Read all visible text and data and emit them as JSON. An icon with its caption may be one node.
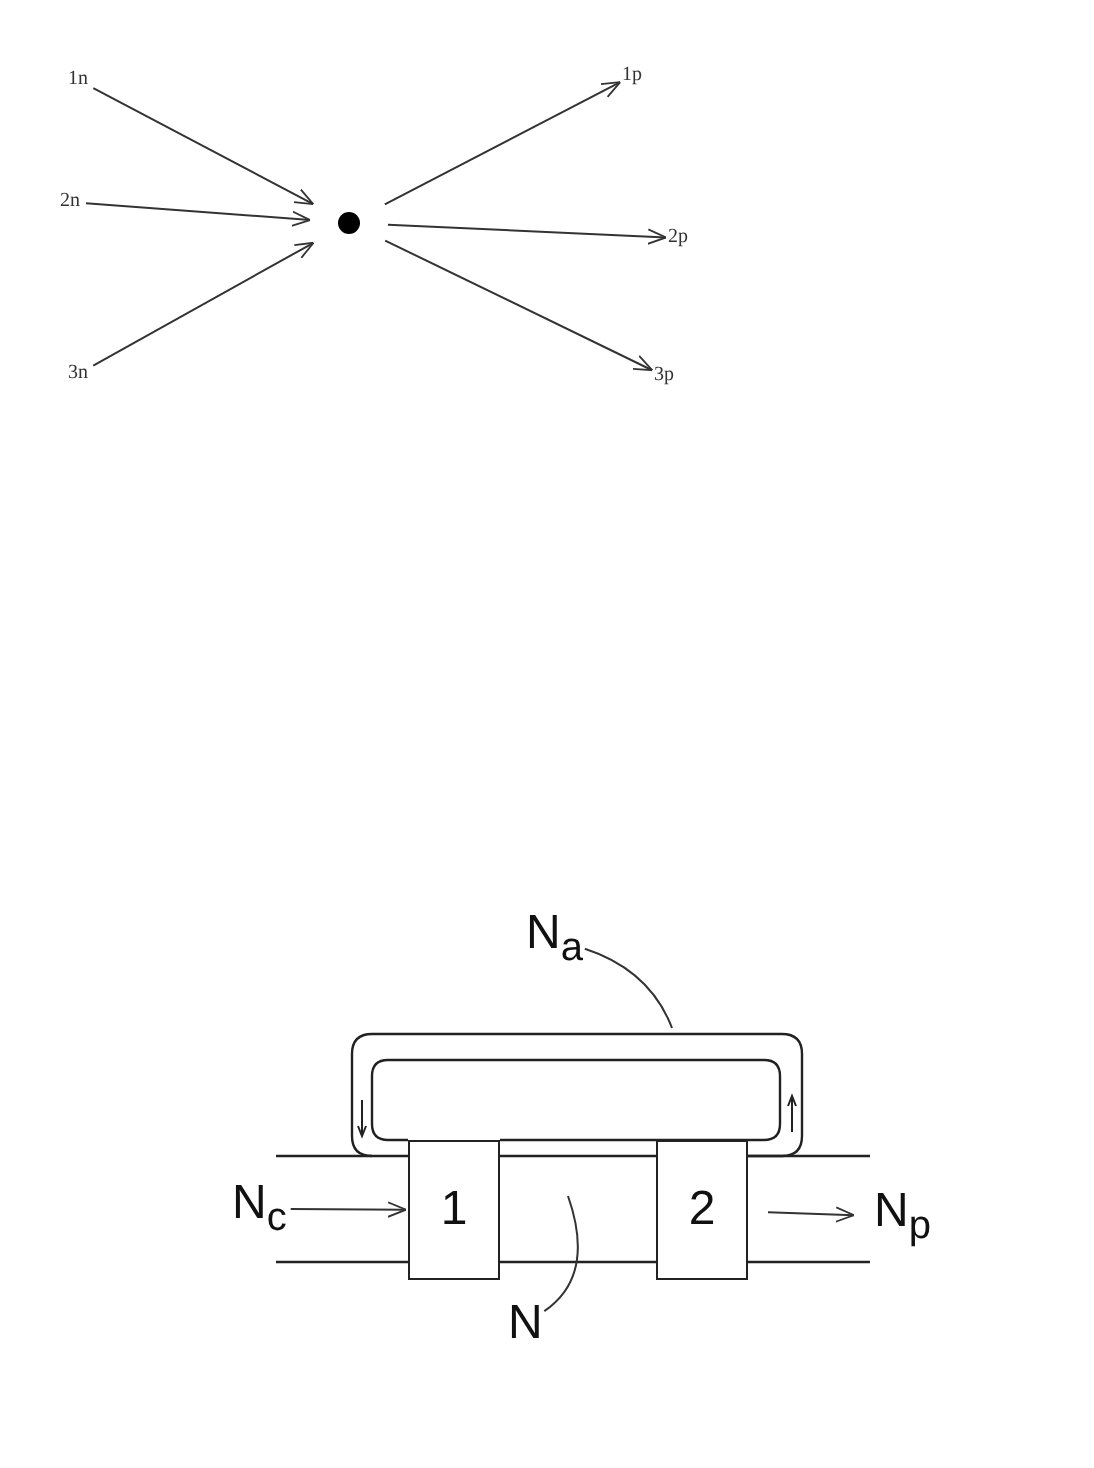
{
  "diagram": {
    "nodes": [
      {
        "text": [
          "1n"
        ]
      },
      {
        "text": [
          "2n"
        ]
      },
      {
        "text": [
          "3n"
        ]
      },
      {
        "text": [],
        "shape": "circle"
      },
      {
        "text": [
          "1p"
        ]
      },
      {
        "text": [
          "2p"
        ]
      },
      {
        "text": [
          "3p"
        ]
      },
      {
        "text": [
          "1"
        ]
      },
      {
        "text": [
          "2"
        ]
      },
      {
        "text": [
          "N$_{a}$"
        ]
      },
      {
        "text": [
          "N"
        ]
      },
      {
        "text": [
          "N$_{c}$"
        ]
      },
      {
        "text": [
          "N$_{p}$"
        ]
      }
    ],
    "edges": [
      {
        "from": 0,
        "to": 3,
        "arrow": "to"
      },
      {
        "from": 1,
        "to": 3,
        "arrow": "to"
      },
      {
        "from": 2,
        "to": 3,
        "arrow": "to"
      },
      {
        "from": 3,
        "to": 4,
        "arrow": "to"
      },
      {
        "from": 3,
        "to": 5,
        "arrow": "to"
      },
      {
        "from": 3,
        "to": 6,
        "arrow": "to"
      },
      {
        "from": 11,
        "to": 7,
        "arrow": "to"
      },
      {
        "from": 8,
        "to": 12,
        "arrow": "to"
      },
      {
        "from": 9,
        "to": null,
        "arrow": "none"
      },
      {
        "from": 10,
        "to": null,
        "arrow": "none"
      }
    ]
  }
}
